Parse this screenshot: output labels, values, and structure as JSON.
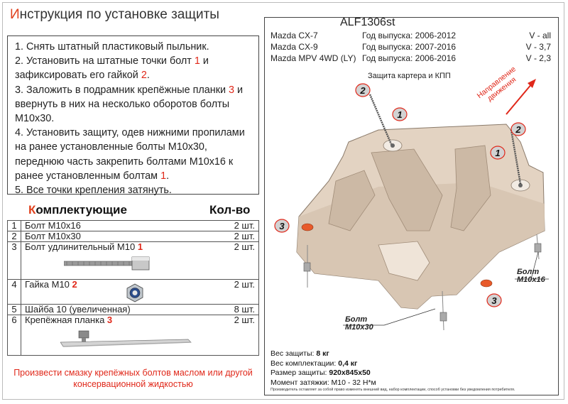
{
  "title": {
    "first": "И",
    "rest": "нструкция по установке защиты"
  },
  "instructions": {
    "s1": "1. Снять штатный пластиковый пыльник.",
    "s2a": "2. Установить на штатные точки болт ",
    "s2r1": "1",
    "s2b": " и зафиксировать его гайкой ",
    "s2r2": "2",
    "s2c": ".",
    "s3a": "3. Заложить в подрамник крепёжные планки ",
    "s3r": "3",
    "s3b": " и ввернуть в них на несколько оборотов болты М10х30.",
    "s4a": "4. Установить защиту, одев нижними пропилами на ранее установленные болты М10х30, переднюю часть закрепить болтами М10х16 к ранее установленным болтам ",
    "s4r": "1",
    "s4b": ".",
    "s5": "5. Все точки крепления затянуть."
  },
  "parts_header": {
    "first": "К",
    "rest": "омплектующие",
    "qty": "Кол-во"
  },
  "parts": [
    {
      "num": "1",
      "name": "Болт М10х16",
      "ref": "",
      "qty": "2 шт."
    },
    {
      "num": "2",
      "name": "Болт М10х30",
      "ref": "",
      "qty": "2 шт."
    },
    {
      "num": "3",
      "name": "Болт удлинительный М10 ",
      "ref": "1",
      "qty": "2 шт."
    },
    {
      "num": "4",
      "name": "Гайка М10 ",
      "ref": "2",
      "qty": "2 шт."
    },
    {
      "num": "5",
      "name": "Шайба 10 (увеличенная)",
      "ref": "",
      "qty": "8 шт."
    },
    {
      "num": "6",
      "name": "Крепёжная планка ",
      "ref": "3",
      "qty": "2 шт."
    }
  ],
  "footer_note": "Произвести смазку крепёжных болтов маслом или другой консервационной жидкостью",
  "model_code": "ALF1306st",
  "cars": [
    {
      "model": "Mazda CX-7",
      "years": "Год выпуска: 2006-2012",
      "volume": "V - all"
    },
    {
      "model": "Mazda CX-9",
      "years": "Год выпуска: 2007-2016",
      "volume": "V - 3,7"
    },
    {
      "model": "Mazda MPV 4WD (LY)",
      "years": "Год выпуска: 2006-2016",
      "volume": "V - 2,3"
    }
  ],
  "diagram_label": "Защита картера и КПП",
  "direction_label": "Направление движения",
  "callouts": {
    "c1": "1",
    "c2": "2",
    "c3": "3"
  },
  "bolt_right": {
    "line1": "Болт",
    "line2": "М10х16"
  },
  "bolt_left": {
    "line1": "Болт",
    "line2": "М10х30"
  },
  "specs": {
    "weight_label": "Вес защиты: ",
    "weight": "8 кг",
    "kit_label": "Вес комплектации: ",
    "kit": "0,4 кг",
    "size_label": "Размер защиты: ",
    "size": "920х845х50",
    "torque_label": "Момент затяжки: ",
    "torque": "М10 - 32 Н*м"
  },
  "disclaimer": "Производитель оставляет за собой право изменять внешний вид, набор комплектации, способ установки без уведомления потребителя.",
  "colors": {
    "accent": "#e0281a",
    "plate": "#ddcbb8",
    "plate_edge": "#8a7a6a",
    "callout_fill": "#cfcfcf"
  }
}
